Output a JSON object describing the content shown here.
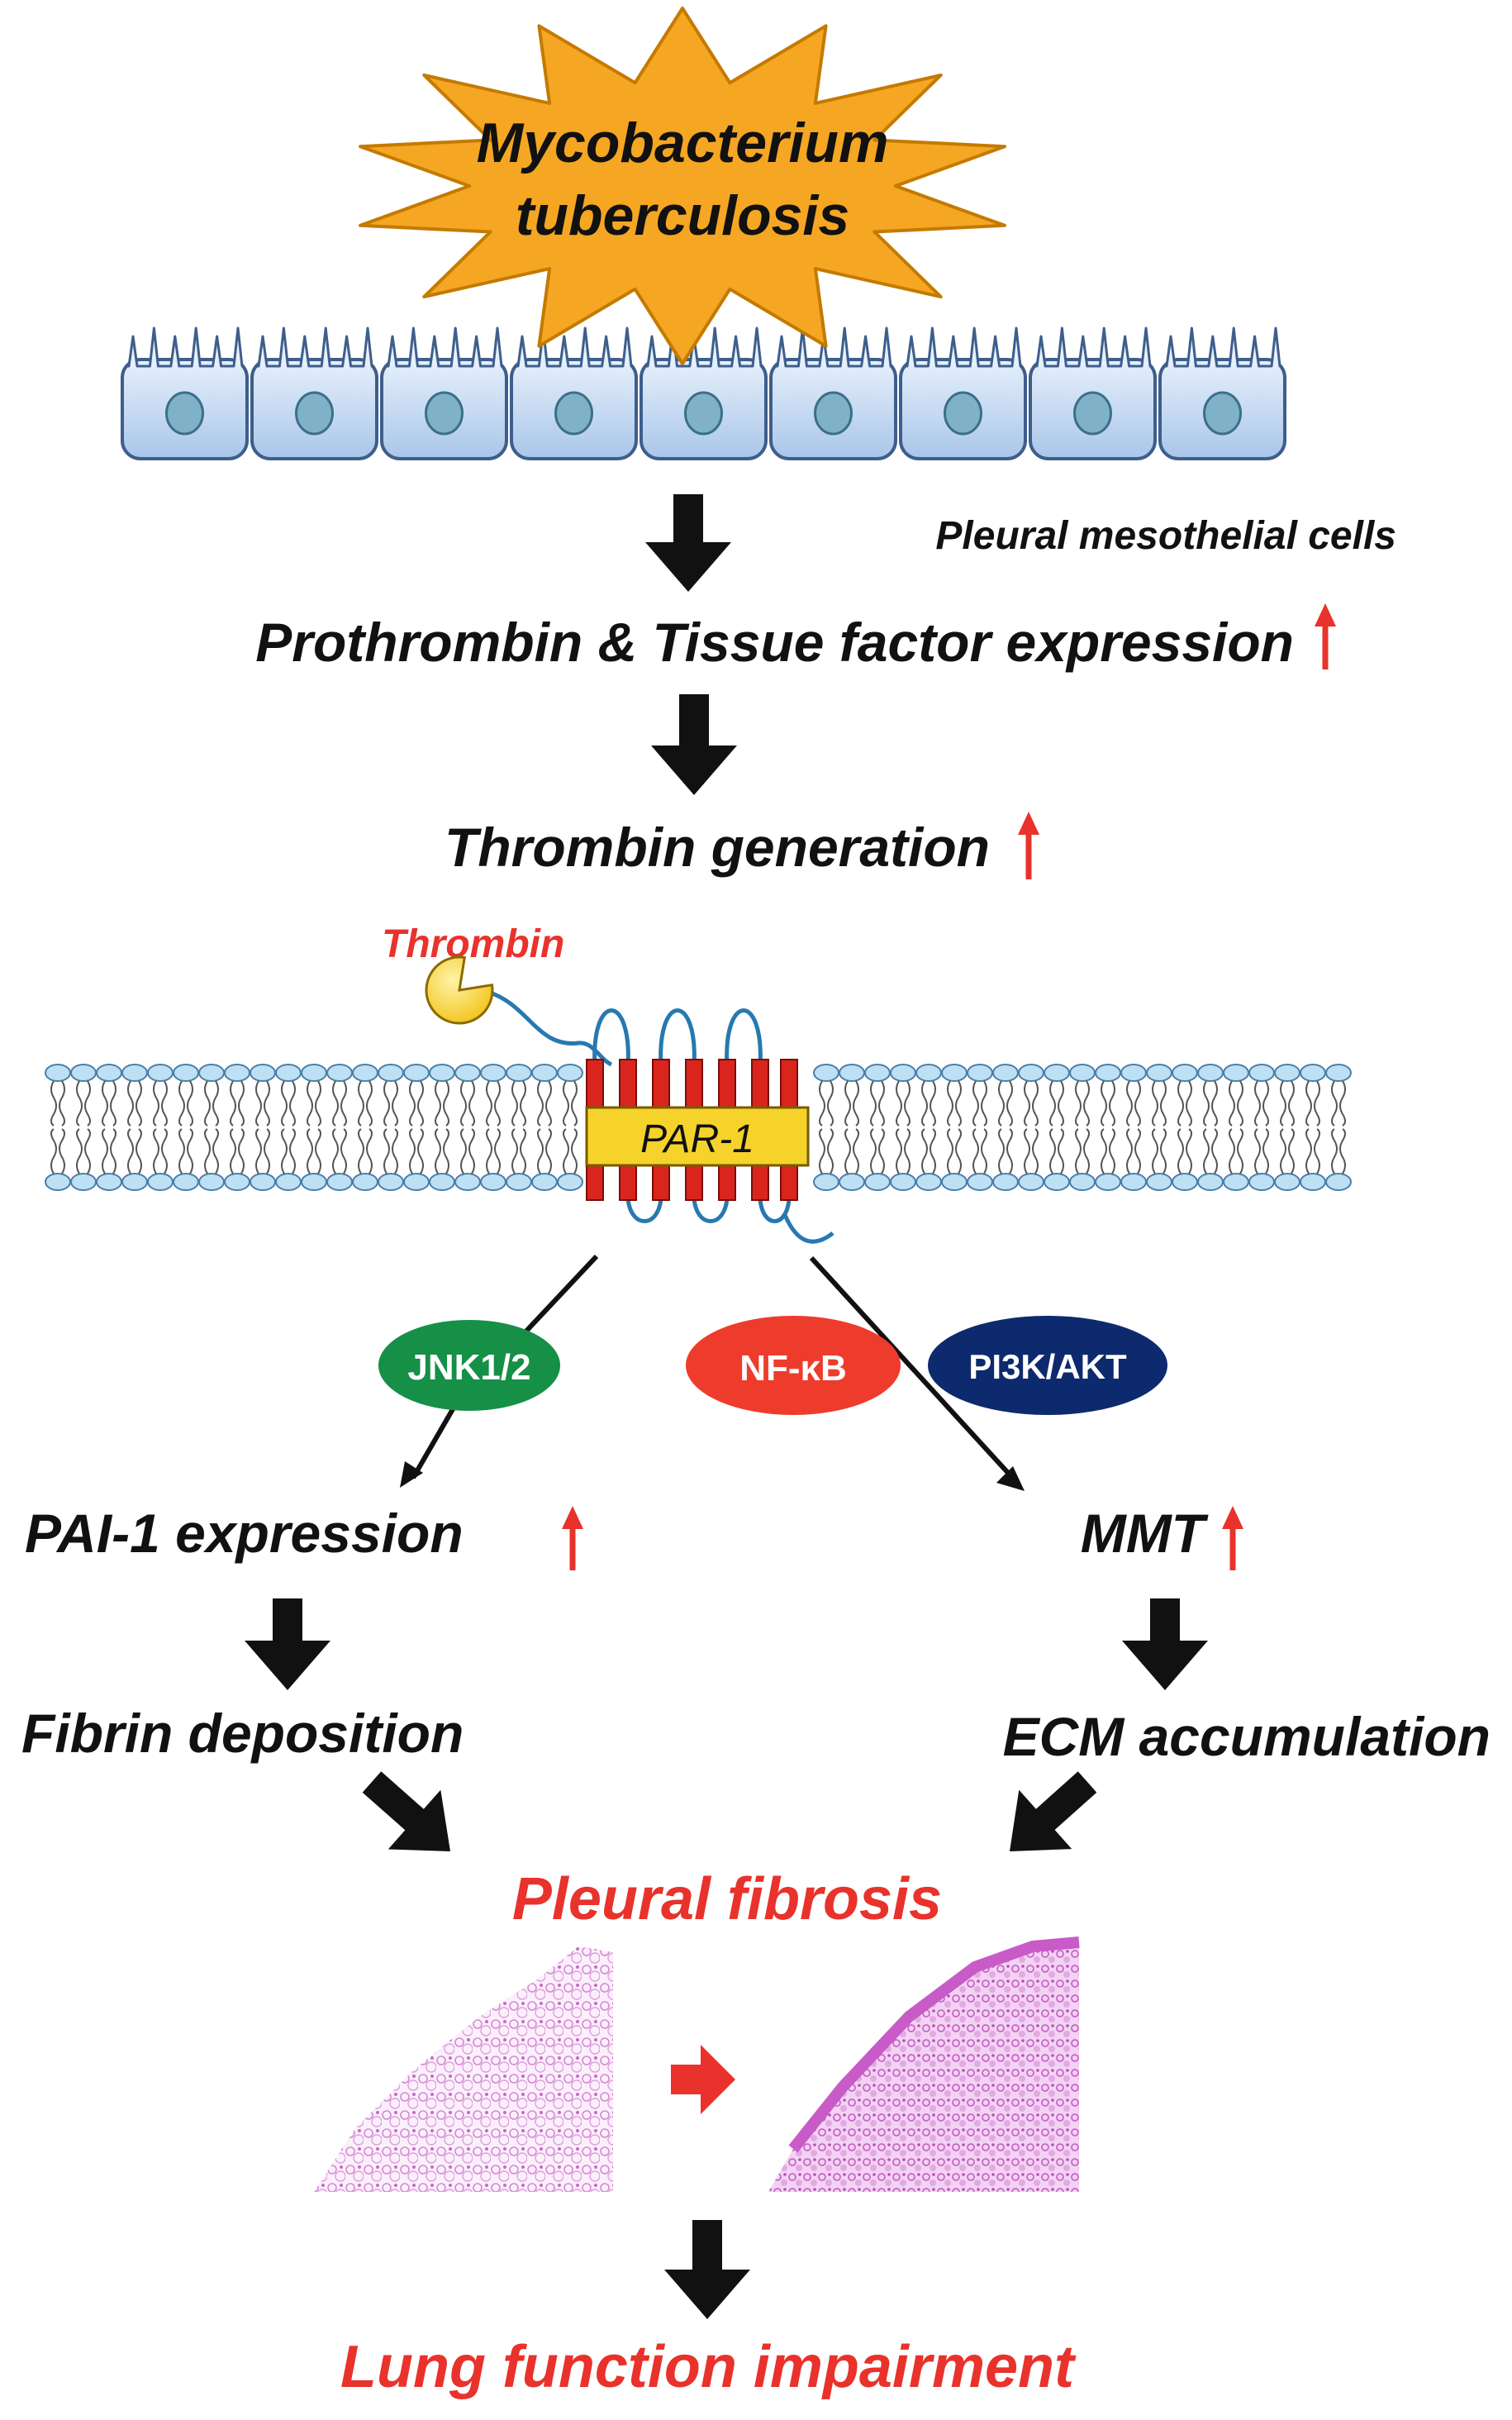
{
  "pathogen": {
    "line1": "Mycobacterium",
    "line2": "tuberculosis",
    "fill": "#F5A623",
    "stroke": "#C47A00"
  },
  "cells_label": "Pleural mesothelial cells",
  "steps": {
    "prothrombin": "Prothrombin & Tissue factor expression",
    "thrombin_generation": "Thrombin generation",
    "thrombin_ligand": "Thrombin",
    "receptor": "PAR-1",
    "jnk": "JNK1/2",
    "nfkb": "NF-κB",
    "pi3k": "PI3K/AKT",
    "pai1": "PAI-1 expression",
    "mmt": "MMT",
    "fibrin": "Fibrin deposition",
    "ecm": "ECM accumulation",
    "pleural_fibrosis": "Pleural fibrosis",
    "lung_function": "Lung function impairment"
  },
  "colors": {
    "text": "#111111",
    "highlight_red": "#E8322B",
    "up_arrow": "#E8322B",
    "arrow_black": "#111111",
    "cell_fill_top": "#E6F0FB",
    "cell_fill_bottom": "#A9C6EA",
    "cell_stroke": "#3E5E8C",
    "nucleus": "#7FB2C9",
    "lipid_head": "#BEE0F5",
    "receptor_red": "#D9251D",
    "receptor_label_bg": "#F6D32B",
    "jnk_oval": "#168F47",
    "nfkb_oval": "#EE3C2C",
    "pi3k_oval": "#0E2A6E",
    "thrombin_yellow": "#F2C41A",
    "tissue_pink": "#D87BD8"
  },
  "icons": [
    "up-arrow-icon",
    "down-arrow-icon",
    "diagonal-arrow-icon",
    "right-arrow-icon"
  ]
}
